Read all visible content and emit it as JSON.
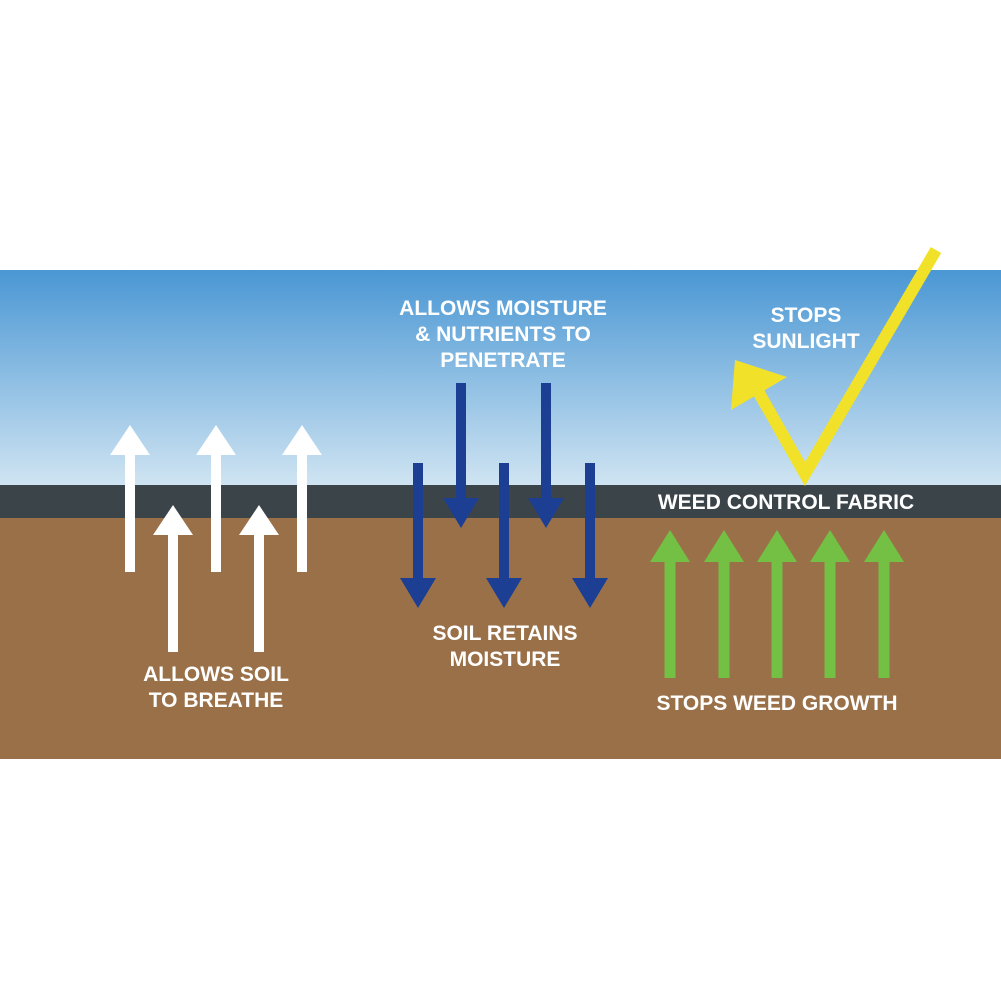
{
  "labels": {
    "moisture_line1": "ALLOWS MOISTURE",
    "moisture_line2": "& NUTRIENTS TO",
    "moisture_line3": "PENETRATE",
    "sunlight_line1": "STOPS",
    "sunlight_line2": "SUNLIGHT",
    "fabric": "WEED CONTROL FABRIC",
    "soil_retains_line1": "SOIL RETAINS",
    "soil_retains_line2": "MOISTURE",
    "breathe_line1": "ALLOWS SOIL",
    "breathe_line2": "TO BREATHE",
    "weed_growth": "STOPS WEED GROWTH"
  },
  "colors": {
    "sky_top": "#4a97d4",
    "sky_bottom": "#cfe4f2",
    "fabric": "#3b4448",
    "soil": "#9a7048",
    "white_arrow": "#ffffff",
    "blue_arrow": "#1c3f94",
    "green_arrow": "#73c045",
    "sun_arrow": "#f1e229"
  }
}
